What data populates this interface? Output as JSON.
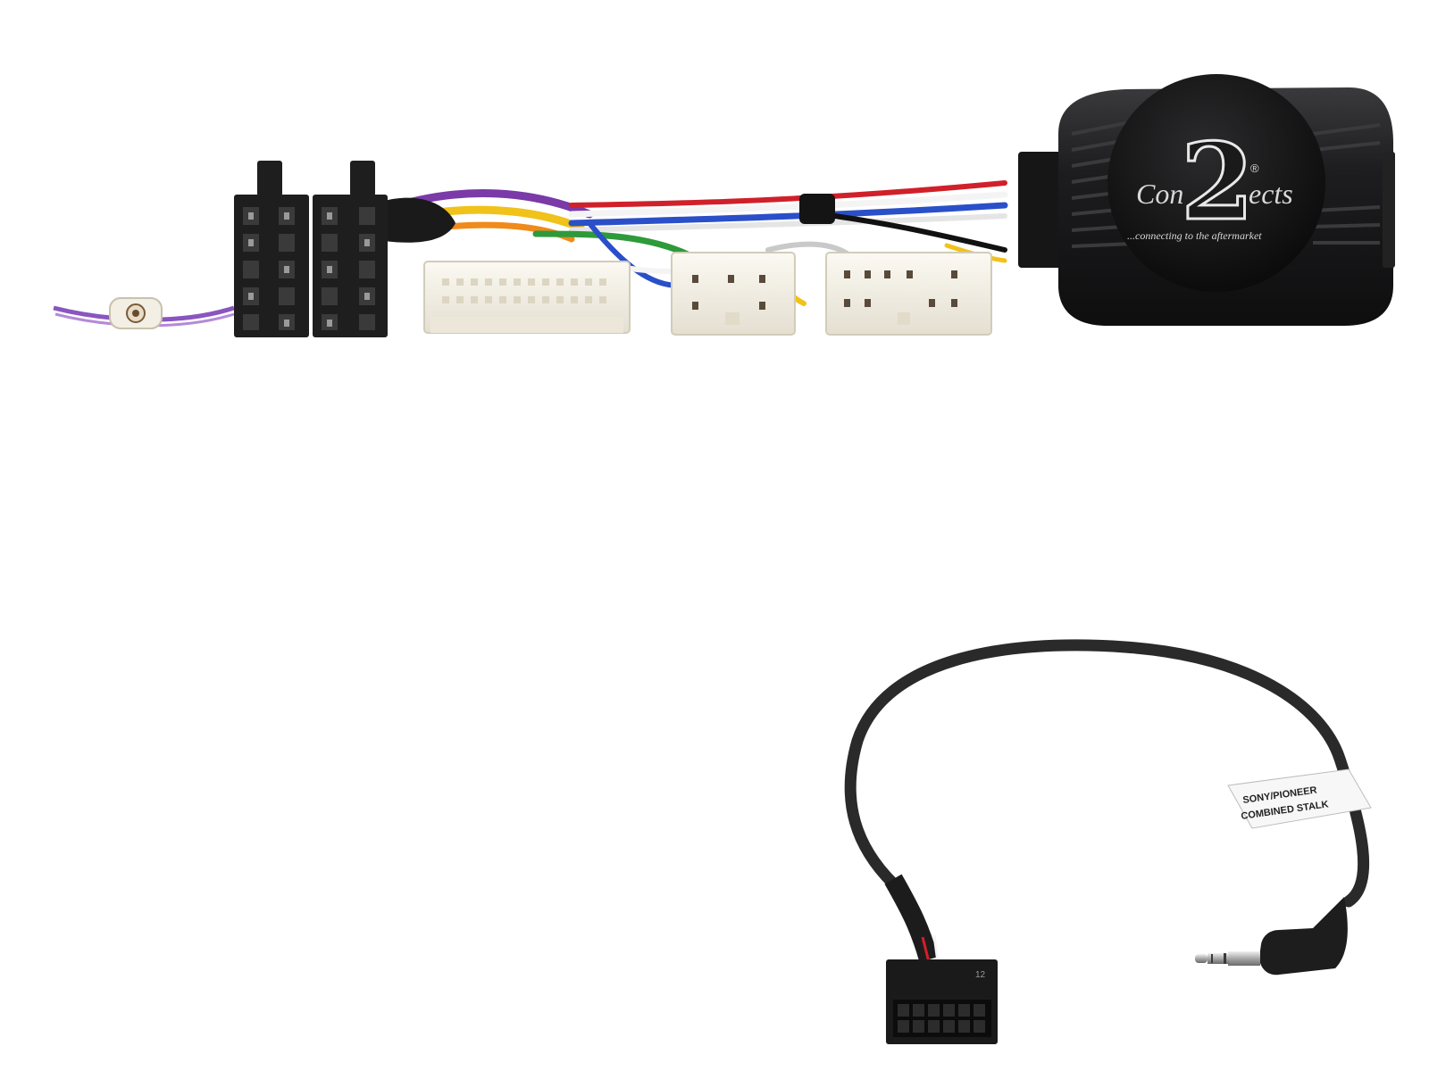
{
  "product": {
    "brand_digit": "2",
    "brand_name_left": "Con",
    "brand_name_right": "ects",
    "registered_mark": "®",
    "tagline": "...connecting to the aftermarket",
    "connector_pin_label": "12"
  },
  "patch_lead": {
    "label_line1": "SONY/PIONEER",
    "label_line2": "COMBINED STALK"
  },
  "colors": {
    "background": "#ffffff",
    "interface_box": "#1c1c1e",
    "iso_connector": "#1e1e1e",
    "white_connector": "#f2efe6",
    "cable": "#2a2a2a",
    "wire_red": "#d0202a",
    "wire_blue": "#2a4fc8",
    "wire_yellow": "#f0c21a",
    "wire_purple": "#7a3aa8",
    "wire_white": "#f4f4f4",
    "wire_green": "#2e9a3a",
    "wire_black": "#111111",
    "wire_orange": "#f08a1a",
    "jack_metal": "#c8c8c8"
  }
}
